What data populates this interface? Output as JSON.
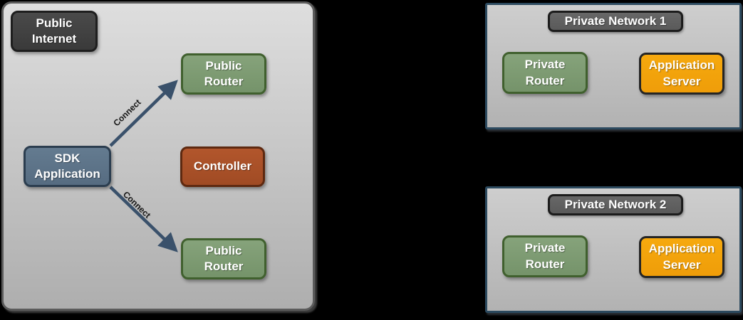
{
  "colors": {
    "canvas_background": "#000000",
    "zone_fill_top": "#dedede",
    "zone_fill_bottom": "#aeaeae",
    "dark_node_fill": "#424242",
    "green_node_fill": "#7d9a72",
    "blue_node_fill": "#5d7487",
    "rust_node_fill": "#ab5128",
    "orange_node_fill": "#f4a30d",
    "private_network_border": "#2c4a5f",
    "arrow_color": "#3a516b"
  },
  "public_internet_zone": {
    "zone_label": "Public\nInternet",
    "public_router_top": "Public\nRouter",
    "sdk_application": "SDK\nApplication",
    "controller": "Controller",
    "public_router_bottom": "Public\nRouter",
    "connect_top_label": "Connect",
    "connect_bottom_label": "Connect"
  },
  "private_network_1": {
    "title": "Private Network 1",
    "private_router": "Private\nRouter",
    "application_server": "Application\nServer"
  },
  "private_network_2": {
    "title": "Private Network 2",
    "private_router": "Private\nRouter",
    "application_server": "Application\nServer"
  }
}
